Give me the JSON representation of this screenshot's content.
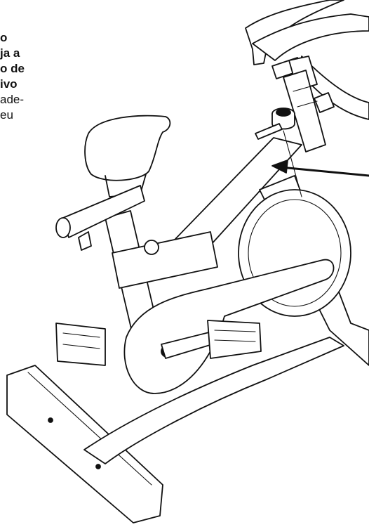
{
  "instruction_text": {
    "lines": [
      {
        "text": "o",
        "weight": "bold"
      },
      {
        "text": "ja a",
        "weight": "bold"
      },
      {
        "text": "o de",
        "weight": "bold"
      },
      {
        "text": "ivo",
        "weight": "bold"
      },
      {
        "text": "ade-",
        "weight": "normal"
      },
      {
        "text": "eu",
        "weight": "normal"
      }
    ]
  },
  "illustration": {
    "subject": "exercise-bike",
    "pointer": "arrow-left",
    "colors": {
      "line": "#111111",
      "background": "#ffffff"
    }
  }
}
